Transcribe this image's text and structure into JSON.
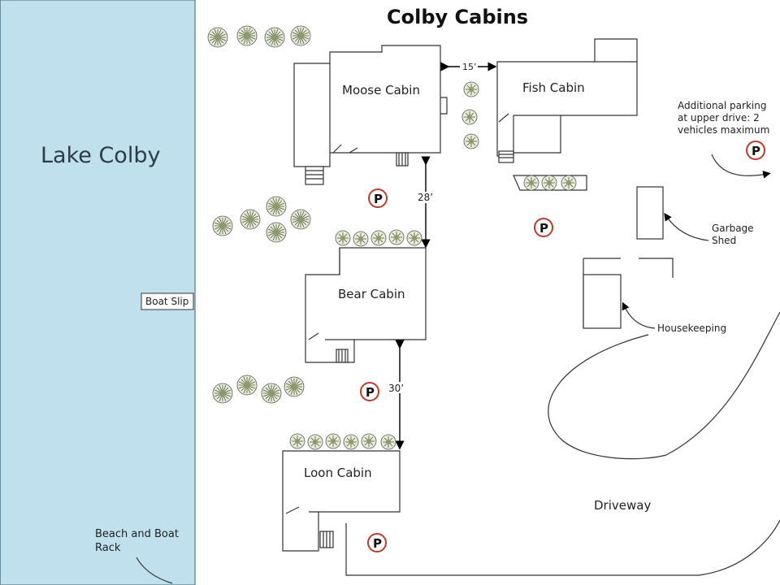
{
  "map": {
    "title": "Colby Cabins",
    "lake_label": "Lake Colby",
    "boat_slip_label": "Boat Slip",
    "beach_label_line1": "Beach and Boat",
    "beach_label_line2": "Rack",
    "cabins": {
      "moose": "Moose Cabin",
      "fish": "Fish Cabin",
      "bear": "Bear Cabin",
      "loon": "Loon Cabin"
    },
    "parking_note_line1": "Additional parking",
    "parking_note_line2": "at upper drive: 2",
    "parking_note_line3": "vehicles maximum",
    "garbage_line1": "Garbage",
    "garbage_line2": "Shed",
    "housekeeping_label": "Housekeeping",
    "driveway_label": "Driveway",
    "distances": {
      "moose_fish": "15’",
      "moose_bear": "28’",
      "bear_loon": "30’"
    },
    "parking_symbol": "P",
    "colors": {
      "lake": "#bfe0ec",
      "lake_edge": "#6a8fa0",
      "parking_ring": "#c0392b"
    }
  }
}
